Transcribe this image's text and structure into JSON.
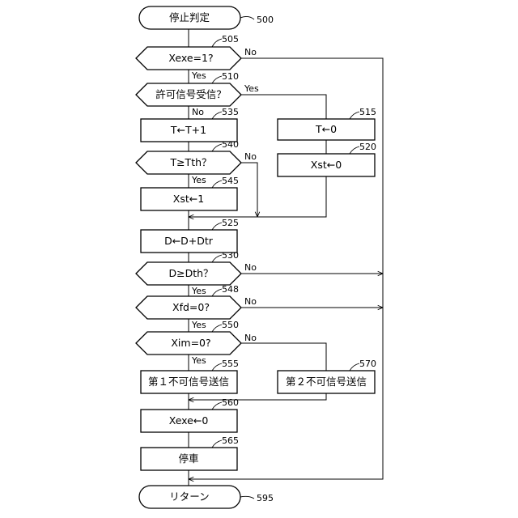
{
  "flowchart": {
    "start": {
      "label": "停止判定",
      "ref": "500"
    },
    "end": {
      "label": "リターン",
      "ref": "595"
    },
    "decisions": {
      "xexe_check": {
        "label": "Xexe=1?",
        "ref": "505",
        "yes": "Yes",
        "no": "No"
      },
      "permit_received": {
        "label": "許可信号受信？",
        "ref": "510",
        "yes": "Yes",
        "no": "No"
      },
      "t_threshold": {
        "label": "T≥Tth？",
        "ref": "540",
        "yes": "Yes",
        "no": "No"
      },
      "d_threshold": {
        "label": "D≥Dth？",
        "ref": "530",
        "yes": "Yes",
        "no": "No"
      },
      "xfd_check": {
        "label": "Xfd=0?",
        "ref": "548",
        "yes": "Yes",
        "no": "No"
      },
      "xim_check": {
        "label": "Xim=0?",
        "ref": "550",
        "yes": "Yes",
        "no": "No"
      }
    },
    "processes": {
      "t_increment": {
        "label": "T←T+1",
        "ref": "535"
      },
      "t_reset": {
        "label": "T←0",
        "ref": "515"
      },
      "xst_zero": {
        "label": "Xst←0",
        "ref": "520"
      },
      "xst_one": {
        "label": "Xst←1",
        "ref": "545"
      },
      "d_accumulate": {
        "label": "D←D+Dtr",
        "ref": "525"
      },
      "send_first": {
        "label": "第１不可信号送信",
        "ref": "555"
      },
      "send_second": {
        "label": "第２不可信号送信",
        "ref": "570"
      },
      "xexe_reset": {
        "label": "Xexe←0",
        "ref": "560"
      },
      "stop_vehicle": {
        "label": "停車",
        "ref": "565"
      }
    }
  }
}
